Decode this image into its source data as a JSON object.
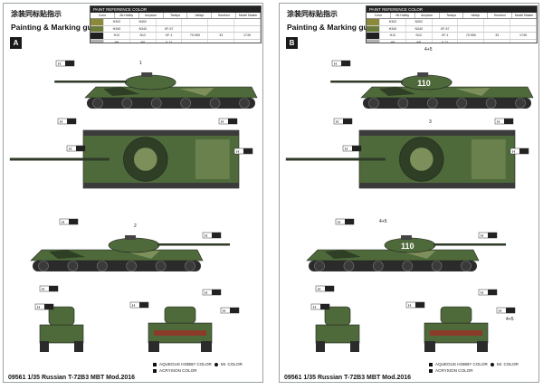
{
  "sheets": [
    {
      "id": "A",
      "title_cn": "涂装同标贴指示",
      "title_en": "Painting & Marking guide",
      "badge": "A",
      "ref_title": "PAINT REFERENCE COLOR",
      "ref_headers": [
        "Color",
        "Mr.Hobby",
        "Acrysion",
        "Tamiya",
        "Vallejo",
        "Humbrol",
        "Model Master"
      ],
      "ref_rows": [
        {
          "swatch": "#8a8a3a",
          "vals": [
            "H302",
            "N302",
            "",
            "",
            "",
            ""
          ]
        },
        {
          "swatch": "#6b7b3a",
          "vals": [
            "H340",
            "N340",
            "XF-57",
            "",
            "",
            ""
          ]
        },
        {
          "swatch": "#202020",
          "vals": [
            "H12",
            "N12",
            "XF-1",
            "70.950",
            "33",
            "1749"
          ]
        },
        {
          "swatch": "#b0b0b0",
          "vals": [
            "H8",
            "N8",
            "X-11",
            "",
            "",
            ""
          ]
        }
      ],
      "hull_number": "",
      "labels": [
        "H",
        "H",
        "H",
        "H",
        "H",
        "H",
        "H",
        "H",
        "H",
        "H",
        "H",
        "H"
      ],
      "callouts": [
        "1",
        "2"
      ],
      "footer": "09561 1/35   Russian T-72B3 MBT Mod.2016",
      "legend": [
        "AQUEOUS HOBBY COLOR",
        "ACRYSION COLOR",
        "Mr. COLOR"
      ]
    },
    {
      "id": "B",
      "title_cn": "涂装同标贴指示",
      "title_en": "Painting & Marking guide",
      "badge": "B",
      "ref_title": "PAINT REFERENCE COLOR",
      "ref_headers": [
        "Color",
        "Mr.Hobby",
        "Acrysion",
        "Tamiya",
        "Vallejo",
        "Humbrol",
        "Model Master"
      ],
      "ref_rows": [
        {
          "swatch": "#8a8a3a",
          "vals": [
            "H302",
            "N302",
            "",
            "",
            "",
            ""
          ]
        },
        {
          "swatch": "#6b7b3a",
          "vals": [
            "H340",
            "N340",
            "XF-57",
            "",
            "",
            ""
          ]
        },
        {
          "swatch": "#202020",
          "vals": [
            "H12",
            "N12",
            "XF-1",
            "70.950",
            "33",
            "1749"
          ]
        },
        {
          "swatch": "#b0b0b0",
          "vals": [
            "H8",
            "N8",
            "X-11",
            "",
            "",
            ""
          ]
        }
      ],
      "hull_number": "110",
      "labels": [
        "H",
        "H",
        "H",
        "H",
        "H",
        "H",
        "H",
        "H",
        "H",
        "H",
        "H",
        "H"
      ],
      "callouts": [
        "4+5",
        "3",
        "4+5",
        "4+5"
      ],
      "footer": "09561 1/35   Russian T-72B3 MBT Mod.2016",
      "legend": [
        "AQUEOUS HOBBY COLOR",
        "ACRYSION COLOR",
        "Mr. COLOR"
      ]
    }
  ],
  "colors": {
    "camo_green": "#4e6a3a",
    "camo_dark": "#2e3f26",
    "camo_light": "#7d8f5a",
    "track": "#2b2b2b"
  }
}
